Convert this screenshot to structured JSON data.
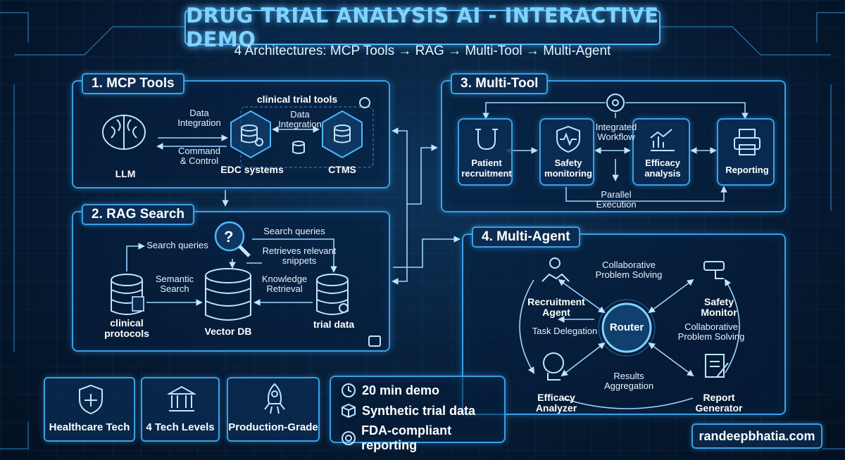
{
  "header": {
    "title": "DRUG TRIAL ANALYSIS AI - INTERACTIVE DEMO",
    "subtitle": "4 Architectures: MCP Tools → RAG → Multi-Tool → Multi-Agent"
  },
  "mcp": {
    "title": "1. MCP Tools",
    "group_label": "clinical trial tools",
    "nodes": {
      "llm": "LLM",
      "edc": "EDC systems",
      "ctms": "CTMS"
    },
    "edges": {
      "data_integration_1": [
        "Data",
        "Integration"
      ],
      "command_control": [
        "Command",
        "& Control"
      ],
      "data_integration_2": [
        "Data",
        "Integration"
      ]
    }
  },
  "rag": {
    "title": "2. RAG Search",
    "nodes": {
      "protocols": [
        "clinical",
        "protocols"
      ],
      "vector_db": "Vector DB",
      "trial_data": "trial data"
    },
    "edges": {
      "search_queries_left": "Search queries",
      "search_queries_right": "Search queries",
      "retrieves": [
        "Retrieves relevant",
        "snippets"
      ],
      "semantic": [
        "Semantic",
        "Search"
      ],
      "knowledge": [
        "Knowledge",
        "Retrieval"
      ]
    }
  },
  "multitool": {
    "title": "3. Multi-Tool",
    "nodes": {
      "patient": [
        "Patient",
        "recruitment"
      ],
      "safety": [
        "Safety",
        "monitoring"
      ],
      "efficacy": [
        "Efficacy",
        "analysis"
      ],
      "reporting": "Reporting"
    },
    "edges": {
      "integrated": [
        "Integrated",
        "Workflow"
      ],
      "parallel": [
        "Parallel",
        "Execution"
      ]
    }
  },
  "multiagent": {
    "title": "4. Multi-Agent",
    "nodes": {
      "router": "Router",
      "recruitment": [
        "Recruitment",
        "Agent"
      ],
      "safety": [
        "Safety",
        "Monitor"
      ],
      "efficacy": [
        "Efficacy",
        "Analyzer"
      ],
      "report": [
        "Report",
        "Generator"
      ]
    },
    "edges": {
      "collab_top": [
        "Collaborative",
        "Problem Solving"
      ],
      "collab_right": [
        "Collaborative",
        "Problem Solving"
      ],
      "task_delegation": "Task Delegation",
      "results": [
        "Results",
        "Aggregation"
      ]
    }
  },
  "features": [
    {
      "label": "Healthcare Tech",
      "icon": "shield-medical-icon"
    },
    {
      "label": "4 Tech Levels",
      "icon": "building-levels-icon"
    },
    {
      "label": "Production-Grade",
      "icon": "rocket-icon"
    }
  ],
  "highlights": [
    {
      "text": "20 min demo",
      "icon": "clock-icon"
    },
    {
      "text": "Synthetic trial data",
      "icon": "cube-icon"
    },
    {
      "text": "FDA-compliant reporting",
      "icon": "seal-icon"
    }
  ],
  "footer": {
    "url": "randeepbhatia.com"
  },
  "colors": {
    "accent": "#3aa0e8",
    "title": "#7fd4ff",
    "background": "#061a33"
  }
}
